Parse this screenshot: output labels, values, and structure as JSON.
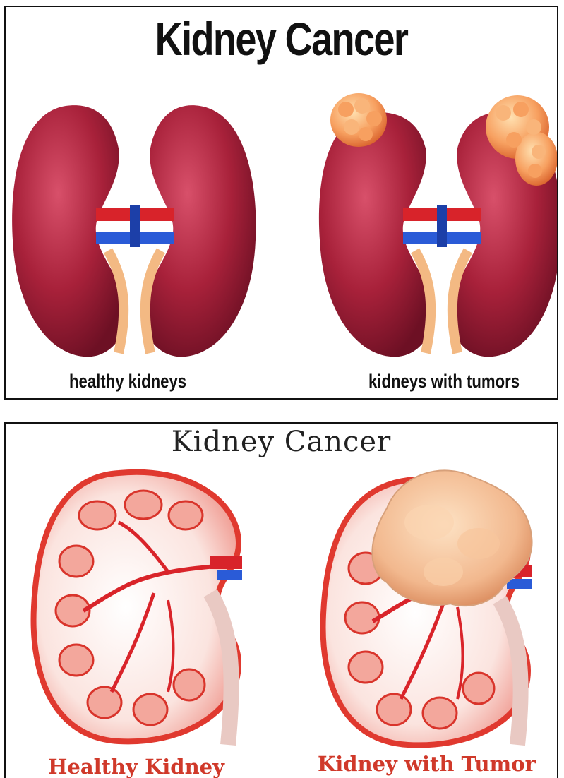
{
  "top_panel": {
    "title": "Kidney Cancer",
    "caption_healthy": "healthy kidneys",
    "caption_tumor": "kidneys with tumors"
  },
  "bottom_panel": {
    "title": "Kidney Cancer",
    "caption_healthy": "Healthy Kidney",
    "caption_tumor": "Kidney with Tumor"
  },
  "colors": {
    "kidney": "#a8213a",
    "artery": "#d8232a",
    "vein": "#2a5bd7",
    "ureter": "#f3b983",
    "tumor": "#f5b184",
    "caption_red": "#d0392a"
  }
}
